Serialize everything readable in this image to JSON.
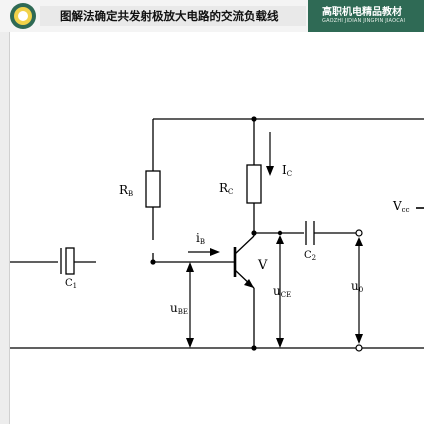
{
  "header": {
    "title": "图解法确定共发射极放大电路的交流负载线",
    "brand_name": "高职机电精品教材",
    "brand_pinyin": "GAOZHI JIDIAN JINGPIN JIAOCAI",
    "brand_color": "#2f6a55"
  },
  "circuit": {
    "labels": {
      "rb": {
        "main": "R",
        "sub": "B"
      },
      "rc": {
        "main": "R",
        "sub": "C"
      },
      "ic": {
        "main": "I",
        "sub": "C"
      },
      "ib": {
        "main": "i",
        "sub": "B"
      },
      "v": "V",
      "c2": {
        "main": "C",
        "sub": "2"
      },
      "c1": {
        "main": "C",
        "sub": "1"
      },
      "vcc": {
        "main": "V",
        "sub": "cc"
      },
      "ube": {
        "main": "u",
        "sub": "BE"
      },
      "uce": {
        "main": "u",
        "sub": "CE"
      },
      "uo": {
        "main": "u",
        "sub": "0"
      }
    }
  }
}
